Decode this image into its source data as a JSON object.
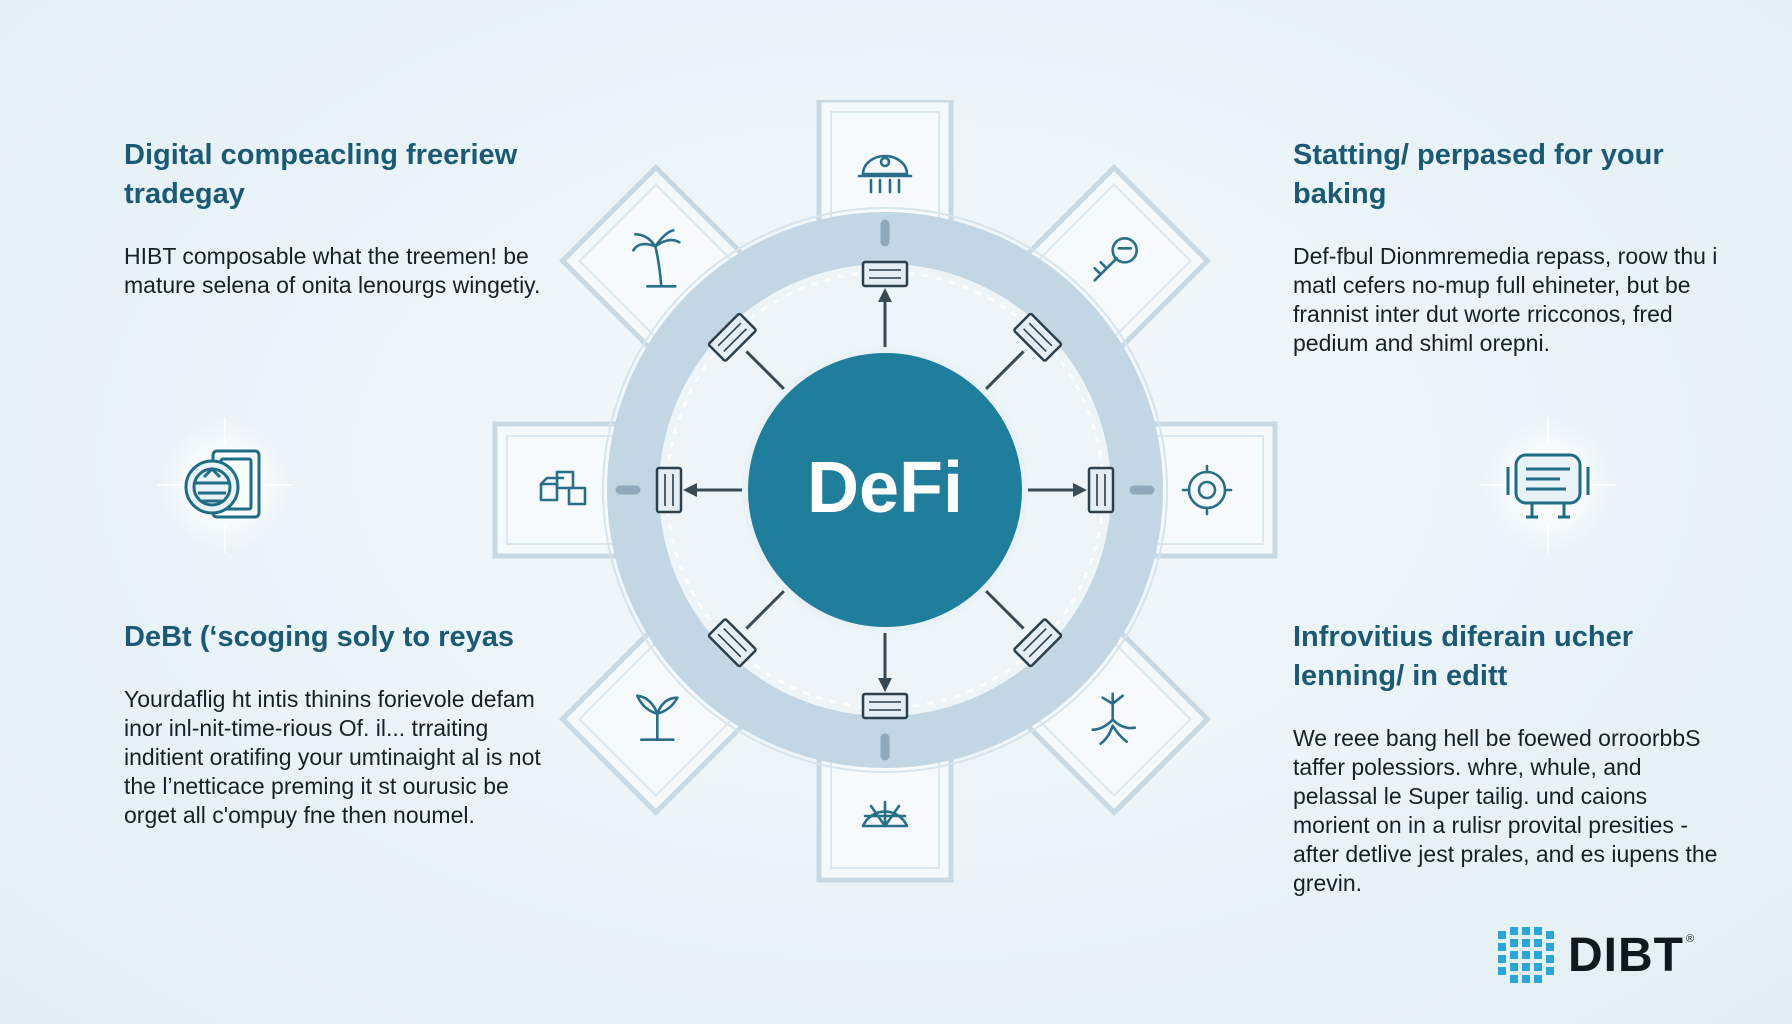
{
  "blocks": {
    "top_left": {
      "title": "Digital compeacling freeriew tradegay",
      "body": "HIBT composable what the treemen! be mature selena of onita lenourgs wingetiy."
    },
    "top_right": {
      "title": "Statting/ perpased for your baking",
      "body": "Def-fbul Dionmremedia repass, roow thu i matl cefers no-mup full ehineter, but be frannist inter dut worte rricconos, fred pedium and shiml orepni."
    },
    "bottom_left": {
      "title": "DeBt (‘scoging soly to reyas",
      "body": "Yourdaflig ht intis thinins forievole defam inor inl-nit-time-rious Of. il... trraiting inditient oratifing your umtinaight al is not the l’netticace preming it st ourusic be orget all c'ompuy fne then noumel."
    },
    "bottom_right": {
      "title": "Infrovitius diferain ucher lenning/ in editt",
      "body": "We reee bang hell be foewed orroorbbS taffer polessiors. whre, whule, and pelassal le Super tailig. und caions morient on in a rulisr provital presities -after detlive jest prales, and es iupens the grevin."
    }
  },
  "diagram": {
    "center_label": "DeFi"
  },
  "brand": {
    "name": "DIBT",
    "reg": "®"
  },
  "colors": {
    "title": "#1b5a75",
    "hub": "#1f7e9b",
    "ring": "#c3d6e3",
    "accent": "#2a6f88",
    "logo_blue": "#2aa7d6"
  },
  "icons": {
    "top": "bank-dome-icon",
    "top_right": "key-money-icon",
    "right": "gear-coin-icon",
    "bottom_right": "tree-roots-icon",
    "bottom": "shell-spiral-icon",
    "bottom_left": "plant-sprout-icon",
    "left": "blocks-cube-icon",
    "top_left": "palm-tree-icon",
    "side_left": "wallet-shield-icon",
    "side_right": "server-device-icon"
  }
}
